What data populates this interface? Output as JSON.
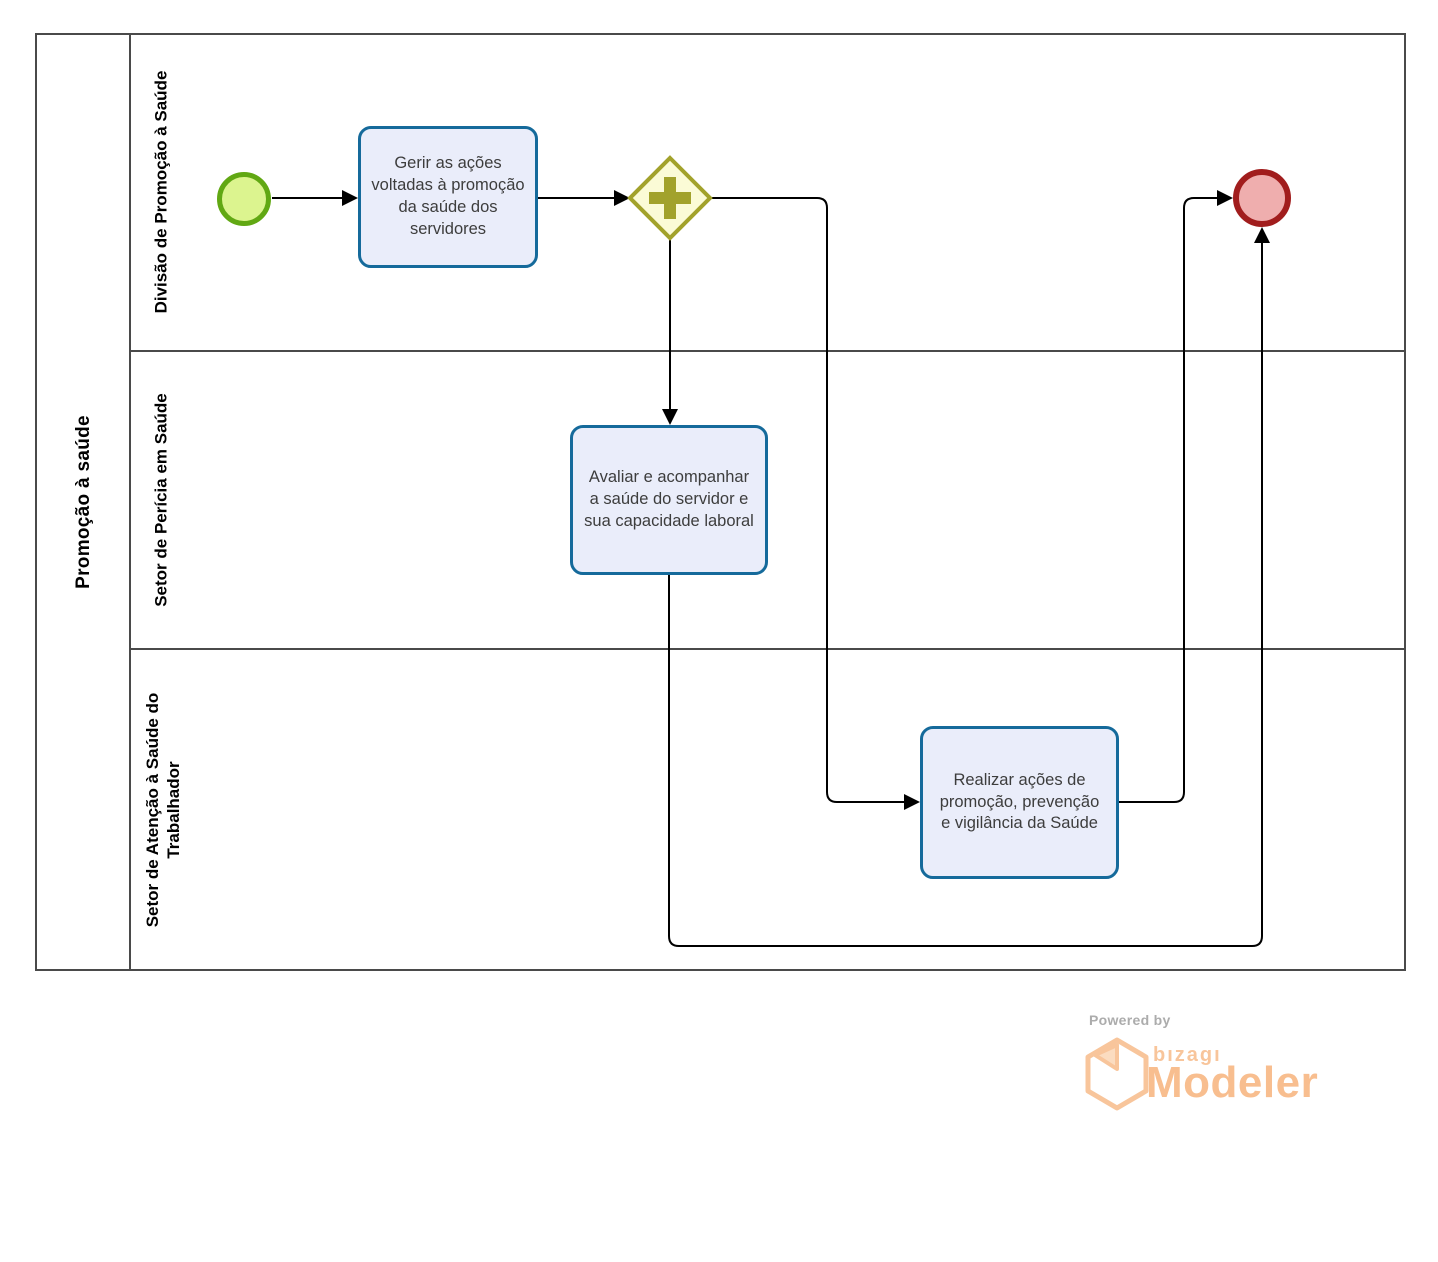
{
  "pool": {
    "label": "Promoção à saúde"
  },
  "lanes": [
    {
      "label": "Divisão de Promoção à Saúde"
    },
    {
      "label": "Setor de Perícia em Saúde"
    },
    {
      "label": "Setor de Atenção à Saúde do Trabalhador"
    }
  ],
  "nodes": {
    "start_event": {
      "type": "start-event",
      "lane": "Divisão de Promoção à Saúde"
    },
    "task1": {
      "label": "Gerir as ações voltadas à promoção da saúde dos servidores",
      "lane": "Divisão de Promoção à Saúde"
    },
    "gateway": {
      "type": "parallel-gateway",
      "lane": "Divisão de Promoção à Saúde"
    },
    "task2": {
      "label": "Avaliar e acompanhar a saúde do servidor e sua capacidade laboral",
      "lane": "Setor de Perícia em Saúde"
    },
    "task3": {
      "label": "Realizar ações de promoção, prevenção e vigilância da Saúde",
      "lane": "Setor de Atenção à Saúde do Trabalhador"
    },
    "end_event": {
      "type": "end-event",
      "lane": "Divisão de Promoção à Saúde"
    }
  },
  "flows": [
    {
      "from": "start_event",
      "to": "task1"
    },
    {
      "from": "task1",
      "to": "gateway"
    },
    {
      "from": "gateway",
      "to": "task2"
    },
    {
      "from": "gateway",
      "to": "task3"
    },
    {
      "from": "task3",
      "to": "end_event"
    },
    {
      "from": "task2",
      "to": "end_event"
    }
  ],
  "colors": {
    "pool_border": "#4a4a4a",
    "task_fill": "#EAEDFA",
    "task_border": "#156A9B",
    "start_fill": "#DCF48F",
    "start_border": "#61A813",
    "gateway_fill": "#FBFBD6",
    "gateway_border": "#A2A22B",
    "end_fill": "#EFAEAE",
    "end_border": "#A11D1D",
    "connector": "#000000",
    "brand_orange": "#F8BE8F"
  },
  "footer": {
    "powered_by": "Powered by",
    "brand": "bızagı",
    "product": "Modeler"
  }
}
